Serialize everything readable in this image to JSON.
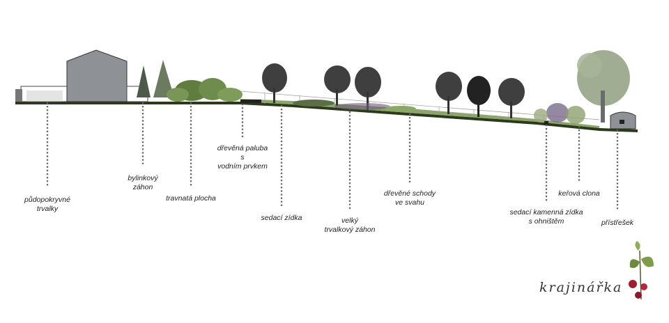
{
  "labels": [
    {
      "id": "pudopokryvne",
      "text": "půdopokryvné\ntrvalky"
    },
    {
      "id": "bylinkovy",
      "text": "bylinkový\nzáhon"
    },
    {
      "id": "travnata",
      "text": "travnatá plocha"
    },
    {
      "id": "paluba",
      "text": "dřevěná paluba\ns\nvodním prvkem"
    },
    {
      "id": "zidka",
      "text": "sedací zídka"
    },
    {
      "id": "zahon",
      "text": "velký\ntrvalkový záhon"
    },
    {
      "id": "schody",
      "text": "dřevěné schody\nve svahu"
    },
    {
      "id": "kamenna",
      "text": "sedací kamenná zídka\ns ohništěm"
    },
    {
      "id": "kerova",
      "text": "keřová clona"
    },
    {
      "id": "pristresek",
      "text": "přístřešek"
    }
  ],
  "logo": {
    "text": "krajinářka"
  },
  "colors": {
    "house": "#8e9297",
    "ground": "#2b3a1a",
    "grass": "#6f8f48",
    "tree_dark": "#3a3a3a",
    "dots": "#666666"
  }
}
